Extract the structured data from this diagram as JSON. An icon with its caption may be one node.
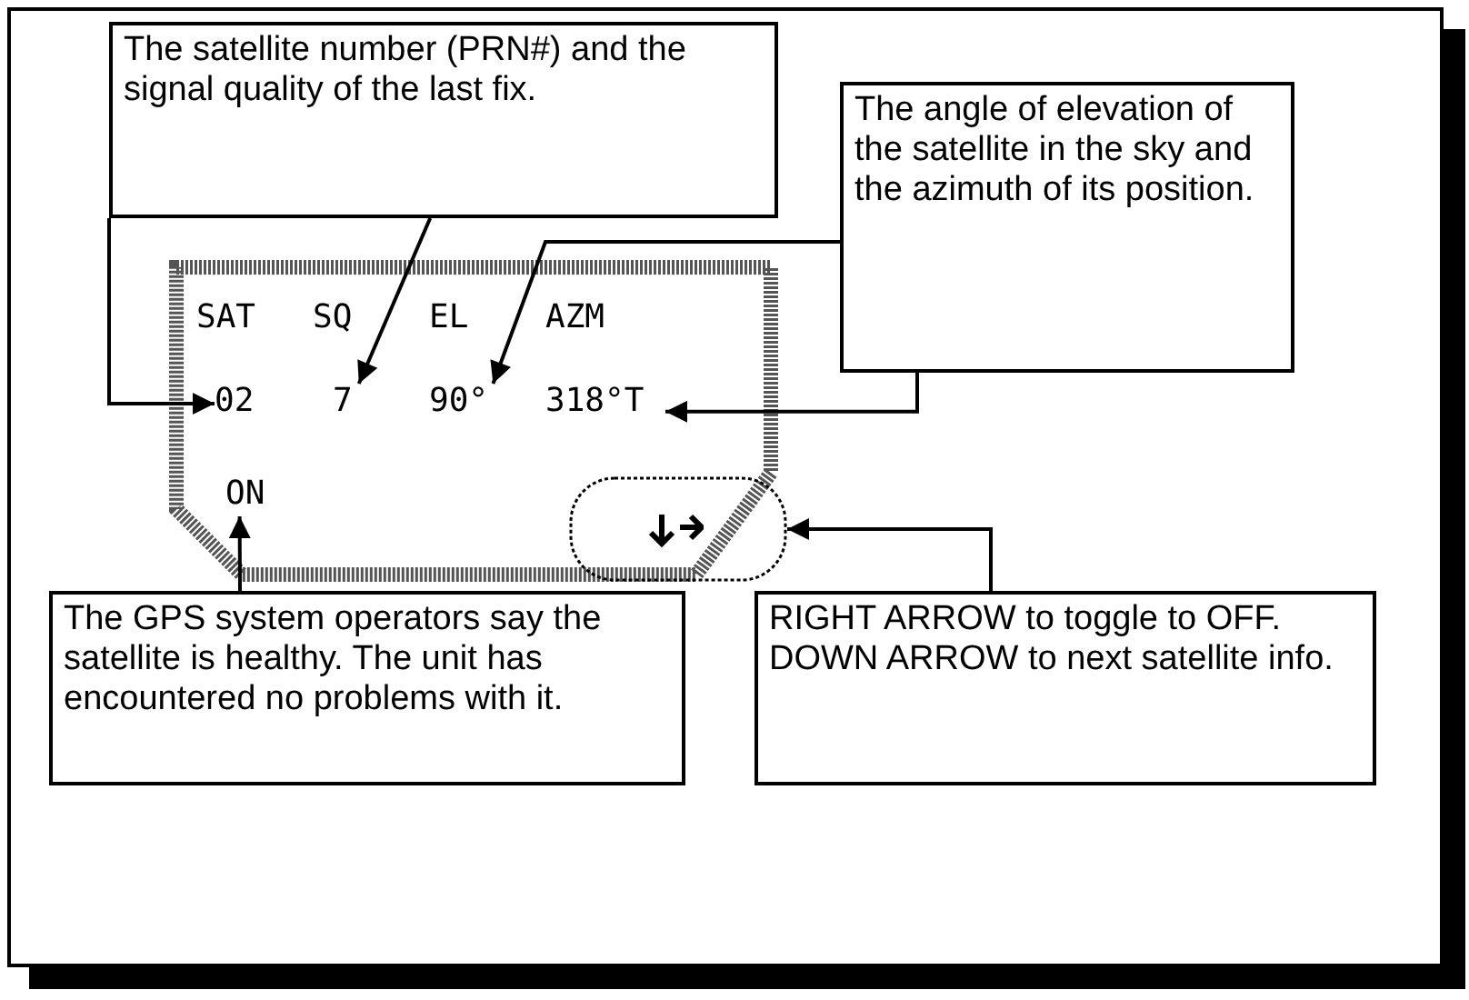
{
  "diagram": {
    "nodes": [
      {
        "text": [
          "The satellite number (PRN#) and the signal quality of the last fix."
        ]
      },
      {
        "text": [
          "The angle of elevation of the satellite in the sky and the azimuth of its position."
        ]
      },
      {
        "text": [],
        "shape": "box"
      },
      {
        "text": [
          "02"
        ],
        "in": 2
      },
      {
        "text": [
          "7"
        ],
        "in": 2
      },
      {
        "text": [
          "90°"
        ],
        "in": 2
      },
      {
        "text": [
          "318°T"
        ],
        "in": 2
      },
      {
        "text": [
          "ON"
        ],
        "in": 2
      },
      {
        "text": [],
        "shape": "oval",
        "in": 2
      },
      {
        "text": [
          "The  GPS system operators say the satellite is healthy. The unit has encountered no problems with it."
        ]
      },
      {
        "text": [
          "RIGHT ARROW to toggle to OFF.",
          "DOWN ARROW to next satellite info."
        ]
      }
    ],
    "edges": [
      {
        "from": 0,
        "to": 3,
        "arrow": "to"
      },
      {
        "from": 0,
        "to": 4,
        "arrow": "to"
      },
      {
        "from": 1,
        "to": 5,
        "arrow": "to"
      },
      {
        "from": 1,
        "to": 6,
        "arrow": "to"
      },
      {
        "from": 9,
        "to": 7,
        "arrow": "to"
      },
      {
        "from": 10,
        "to": 8,
        "arrow": "to"
      }
    ],
    "labels": [
      "SAT",
      "SQ",
      "EL",
      "AZM"
    ]
  }
}
